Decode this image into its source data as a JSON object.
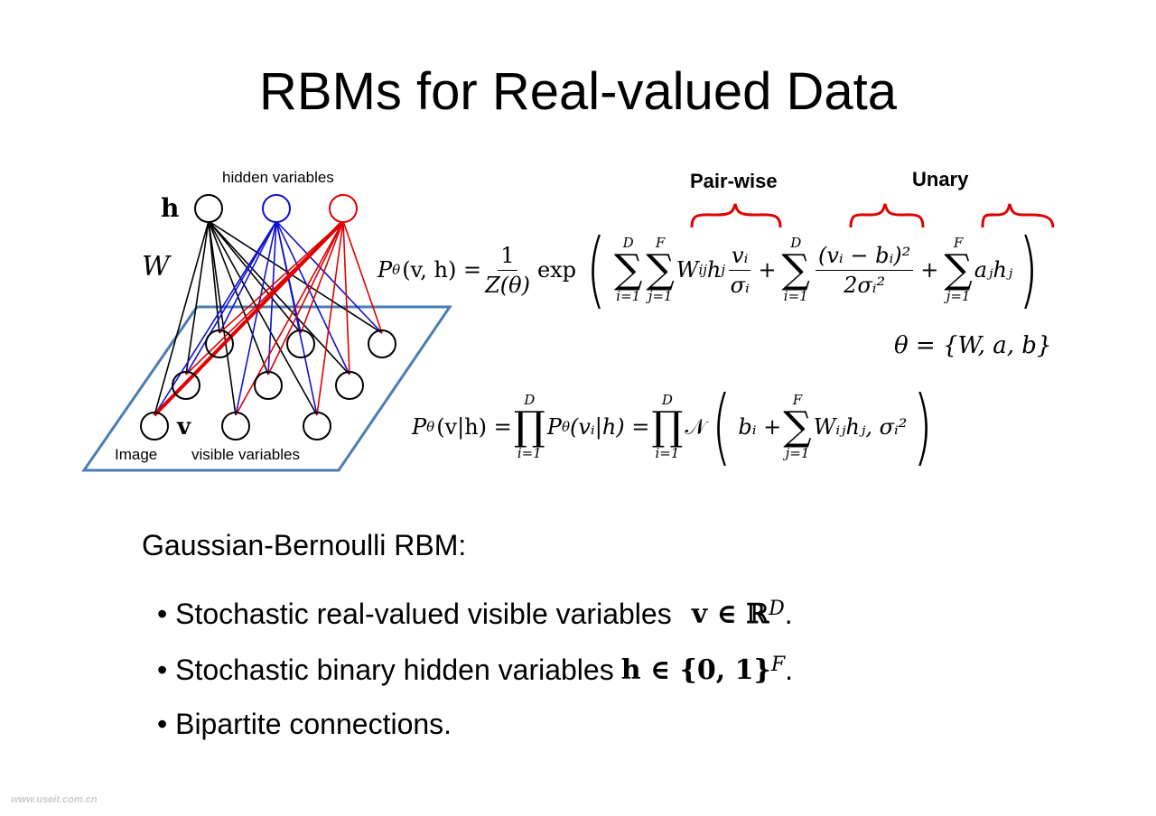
{
  "title": "RBMs for Real-valued Data",
  "diagram": {
    "hidden_label": "hidden variables",
    "h_symbol": "h",
    "w_symbol": "W",
    "v_symbol": "v",
    "image_label": "Image",
    "visible_label": "visible variables",
    "colors": {
      "black": "#000000",
      "blue": "#1010d0",
      "red": "#e00000",
      "plane": "#4a7db5"
    }
  },
  "annotations": {
    "pairwise": "Pair-wise",
    "unary": "Unary"
  },
  "eq1": {
    "p": "P",
    "theta": "θ",
    "args": "(v, h) =",
    "frac_num": "1",
    "frac_den": "Z(θ)",
    "exp": "exp",
    "sum_D": "D",
    "sum_i": "i=1",
    "sum_F": "F",
    "sum_j": "j=1",
    "sigma": "∑",
    "wh": "W",
    "ij": "ij",
    "h": "h",
    "j": "j",
    "vi_num": "vᵢ",
    "vi_den": "σᵢ",
    "plus": "+",
    "gauss_num": "(vᵢ − bᵢ)²",
    "gauss_den": "2σᵢ²",
    "ah": "aⱼhⱼ",
    "lparen": "(",
    "rparen": ")"
  },
  "params": "θ = {W, a, b}",
  "eq2": {
    "lhs": "(v|h) =",
    "prod": "∏",
    "mid": "(vᵢ|h) =",
    "normal": "𝒩",
    "bi": "bᵢ +",
    "wh": "Wᵢⱼhⱼ, σᵢ²"
  },
  "subtitle": "Gaussian-Bernoulli RBM:",
  "bullets": [
    {
      "text": "• Stochastic real-valued visible variables",
      "math": "v ∈ ℝ",
      "sup": "D",
      "end": "."
    },
    {
      "text": "• Stochastic binary hidden variables",
      "math": "h ∈ {0, 1}",
      "sup": "F",
      "end": "."
    },
    {
      "text": "• Bipartite connections.",
      "math": "",
      "sup": "",
      "end": ""
    }
  ],
  "watermark": "www.useit.com.cn"
}
